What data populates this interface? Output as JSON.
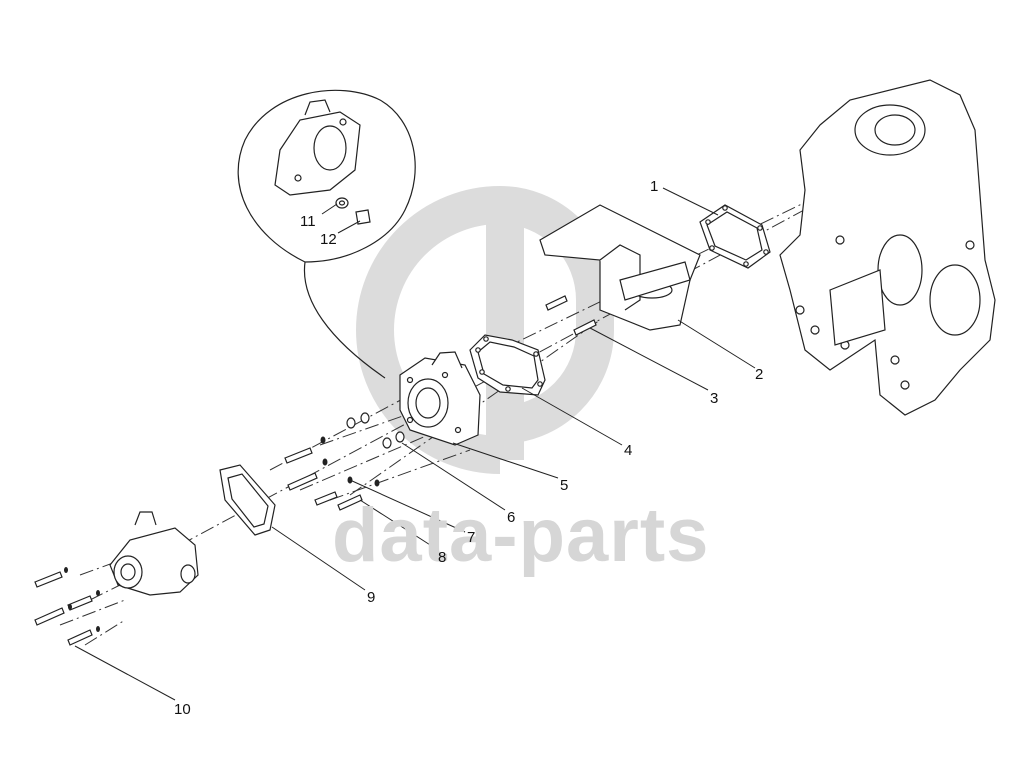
{
  "watermark": {
    "text": "data-parts",
    "color": "#d8d8d8"
  },
  "callouts": [
    {
      "id": "1",
      "label": "1"
    },
    {
      "id": "2",
      "label": "2"
    },
    {
      "id": "3",
      "label": "3"
    },
    {
      "id": "4",
      "label": "4"
    },
    {
      "id": "5",
      "label": "5"
    },
    {
      "id": "6",
      "label": "6"
    },
    {
      "id": "7",
      "label": "7"
    },
    {
      "id": "8",
      "label": "8"
    },
    {
      "id": "9",
      "label": "9"
    },
    {
      "id": "10",
      "label": "10"
    },
    {
      "id": "11",
      "label": "11"
    },
    {
      "id": "12",
      "label": "12"
    }
  ],
  "colors": {
    "line": "#222222",
    "watermark": "#d8d8d8",
    "background": "#ffffff"
  }
}
